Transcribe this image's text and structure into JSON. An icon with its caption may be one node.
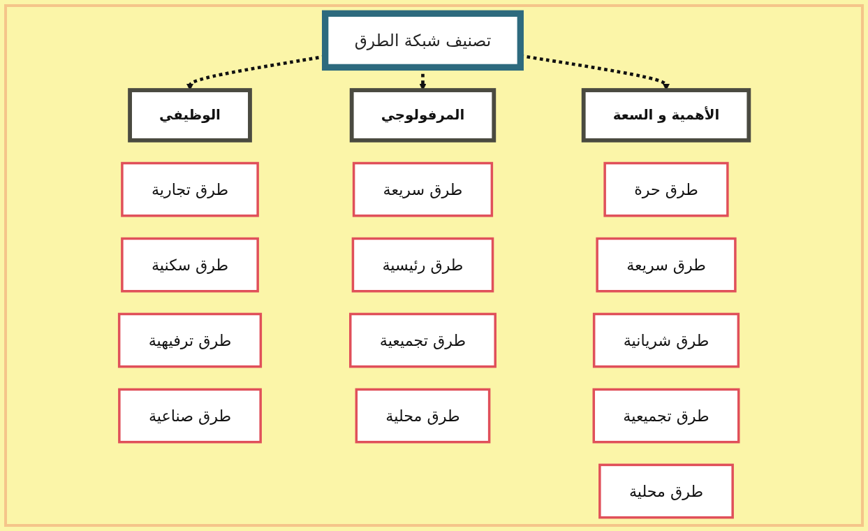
{
  "diagram": {
    "nodes": [
      {
        "text": [
          "تصنيف شبكة الطرق"
        ]
      },
      {
        "text": [
          "الوظيفي"
        ]
      },
      {
        "text": [
          "المرفولوجي"
        ]
      },
      {
        "text": [
          "الأهمية و السعة"
        ]
      },
      {
        "text": [
          "طرق تجارية"
        ]
      },
      {
        "text": [
          "طرق سكنية"
        ]
      },
      {
        "text": [
          "طرق ترفيهية"
        ]
      },
      {
        "text": [
          "طرق صناعية"
        ]
      },
      {
        "text": [
          "طرق سريعة"
        ]
      },
      {
        "text": [
          "طرق رئيسية"
        ]
      },
      {
        "text": [
          "طرق تجميعية"
        ]
      },
      {
        "text": [
          "طرق محلية"
        ]
      },
      {
        "text": [
          "طرق حرة"
        ]
      },
      {
        "text": [
          "طرق سريعة"
        ]
      },
      {
        "text": [
          "طرق شريانية"
        ]
      },
      {
        "text": [
          "طرق تجميعية"
        ]
      },
      {
        "text": [
          "طرق محلية"
        ]
      }
    ],
    "edges": [
      {
        "from": 0,
        "to": 1,
        "arrow": "to",
        "style": "dashed"
      },
      {
        "from": 0,
        "to": 2,
        "arrow": "to",
        "style": "dashed"
      },
      {
        "from": 0,
        "to": 3,
        "arrow": "to",
        "style": "dashed"
      }
    ]
  }
}
